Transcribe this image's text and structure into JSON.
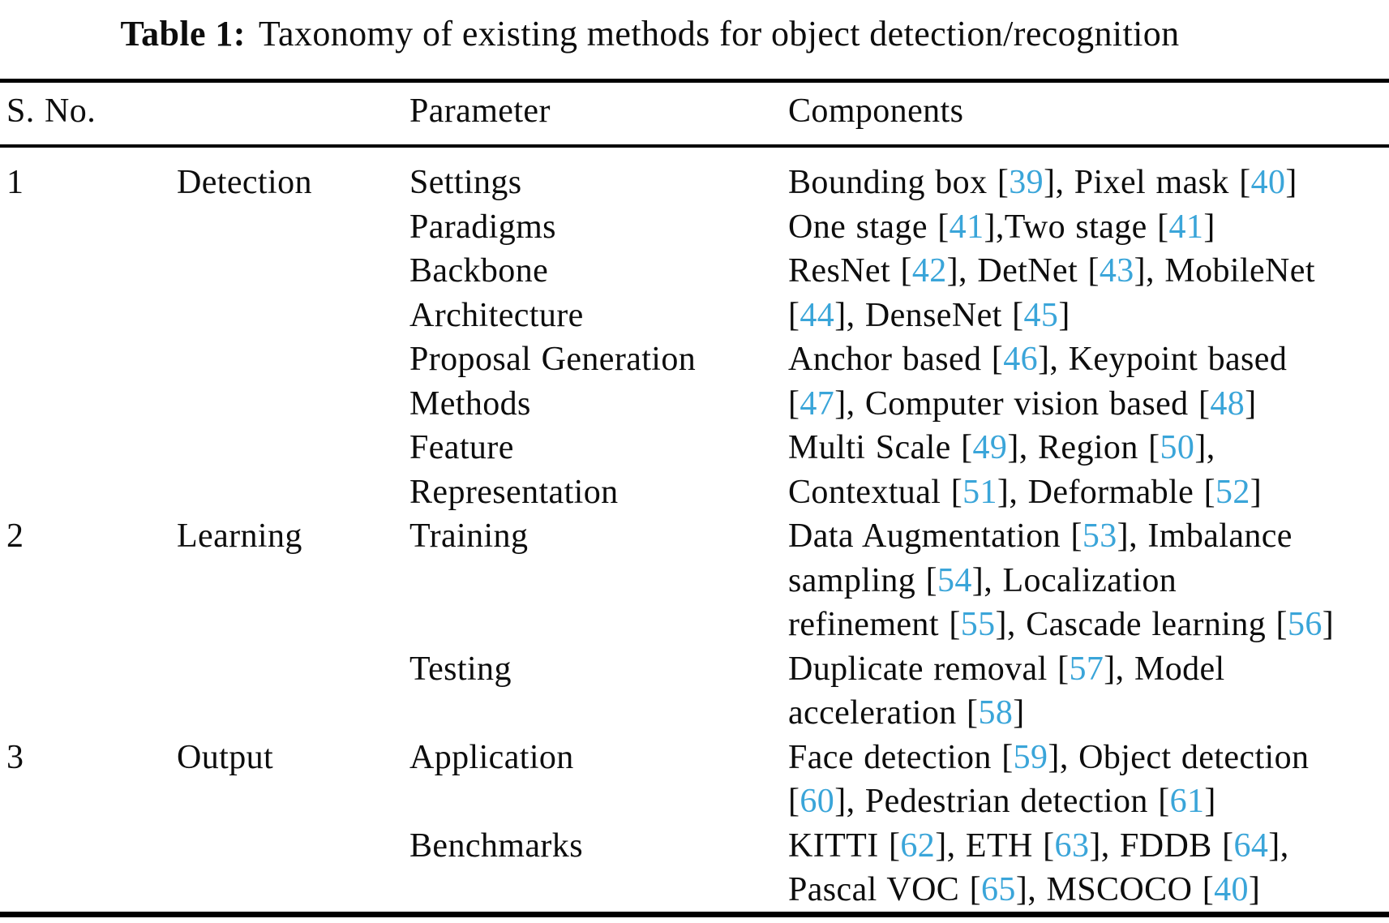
{
  "title": {
    "label": "Table 1:",
    "text": "Taxonomy of existing methods for object detection/recognition"
  },
  "columns": {
    "serial": "S. No.",
    "parameter": "Parameter",
    "components": "Components"
  },
  "colors": {
    "citation": "#3aa5d9",
    "text": "#0d0d0d",
    "rule": "#000000"
  },
  "sections": [
    {
      "sno": "1",
      "category": "Detection",
      "lines": [
        {
          "param": "Settings",
          "comp": "Bounding box [39], Pixel mask [40]"
        },
        {
          "param": "Paradigms",
          "comp": "One stage [41],Two stage [41]"
        },
        {
          "param": "Backbone",
          "comp": "ResNet [42], DetNet [43], MobileNet"
        },
        {
          "param": "Architecture",
          "comp": "[44], DenseNet [45]"
        },
        {
          "param": "Proposal Generation",
          "comp": "Anchor based [46], Keypoint based"
        },
        {
          "param": "Methods",
          "comp": "[47], Computer vision based [48]"
        },
        {
          "param": "Feature",
          "comp": "Multi Scale [49], Region [50],"
        },
        {
          "param": "Representation",
          "comp": "Contextual [51], Deformable [52]"
        }
      ]
    },
    {
      "sno": "2",
      "category": "Learning",
      "lines": [
        {
          "param": "Training",
          "comp": "Data Augmentation [53], Imbalance"
        },
        {
          "param": "",
          "comp": "sampling [54], Localization"
        },
        {
          "param": "",
          "comp": "refinement [55], Cascade learning [56]"
        },
        {
          "param": "Testing",
          "comp": "Duplicate removal [57], Model"
        },
        {
          "param": "",
          "comp": "acceleration [58]"
        }
      ]
    },
    {
      "sno": "3",
      "category": "Output",
      "lines": [
        {
          "param": "Application",
          "comp": "Face detection [59], Object detection"
        },
        {
          "param": "",
          "comp": "[60], Pedestrian detection [61]"
        },
        {
          "param": "Benchmarks",
          "comp": "KITTI [62], ETH [63], FDDB [64],"
        },
        {
          "param": "",
          "comp": "Pascal VOC [65], MSCOCO [40]"
        }
      ]
    }
  ]
}
